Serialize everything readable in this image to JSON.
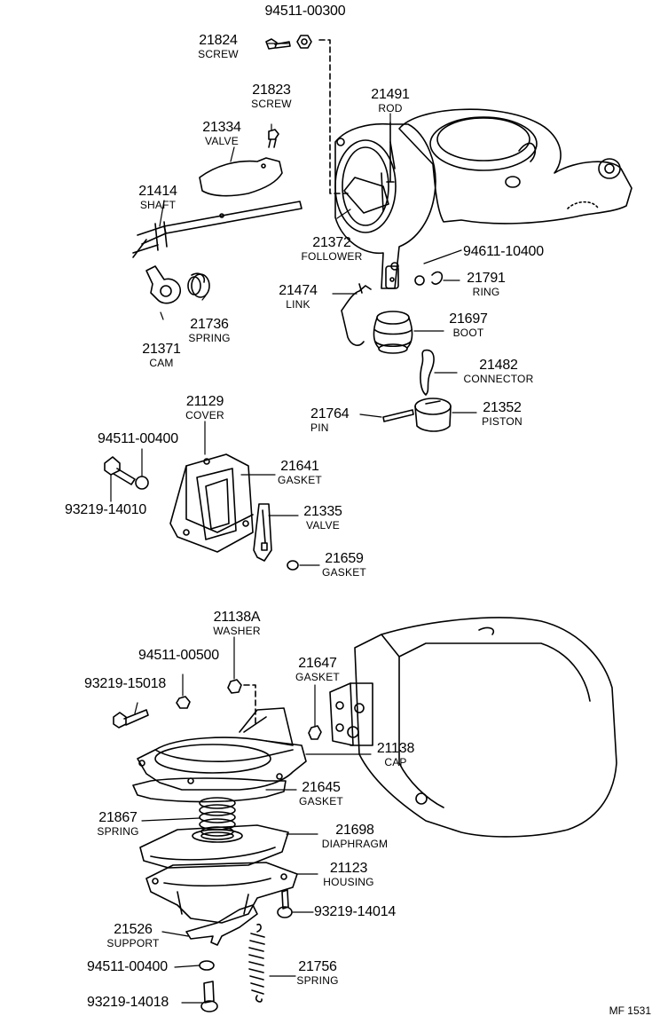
{
  "parts": [
    {
      "id": "p1",
      "number": "94511-00300",
      "name": ""
    },
    {
      "id": "p2",
      "number": "21824",
      "name": "SCREW"
    },
    {
      "id": "p3",
      "number": "21823",
      "name": "SCREW"
    },
    {
      "id": "p4",
      "number": "21491",
      "name": "ROD"
    },
    {
      "id": "p5",
      "number": "21334",
      "name": "VALVE"
    },
    {
      "id": "p6",
      "number": "21414",
      "name": "SHAFT"
    },
    {
      "id": "p7",
      "number": "21372",
      "name": "FOLLOWER"
    },
    {
      "id": "p8",
      "number": "94611-10400",
      "name": ""
    },
    {
      "id": "p9",
      "number": "21791",
      "name": "RING"
    },
    {
      "id": "p10",
      "number": "21474",
      "name": "LINK"
    },
    {
      "id": "p11",
      "number": "21697",
      "name": "BOOT"
    },
    {
      "id": "p12",
      "number": "21736",
      "name": "SPRING"
    },
    {
      "id": "p13",
      "number": "21371",
      "name": "CAM"
    },
    {
      "id": "p14",
      "number": "21482",
      "name": "CONNECTOR"
    },
    {
      "id": "p15",
      "number": "21764",
      "name": "PIN"
    },
    {
      "id": "p16",
      "number": "21352",
      "name": "PISTON"
    },
    {
      "id": "p17",
      "number": "21129",
      "name": "COVER"
    },
    {
      "id": "p18",
      "number": "94511-00400",
      "name": ""
    },
    {
      "id": "p19",
      "number": "21641",
      "name": "GASKET"
    },
    {
      "id": "p20",
      "number": "93219-14010",
      "name": ""
    },
    {
      "id": "p21",
      "number": "21335",
      "name": "VALVE"
    },
    {
      "id": "p22",
      "number": "21659",
      "name": "GASKET"
    },
    {
      "id": "p23",
      "number": "21138A",
      "name": "WASHER"
    },
    {
      "id": "p24",
      "number": "94511-00500",
      "name": ""
    },
    {
      "id": "p25",
      "number": "21647",
      "name": "GASKET"
    },
    {
      "id": "p26",
      "number": "93219-15018",
      "name": ""
    },
    {
      "id": "p27",
      "number": "21138",
      "name": "CAP"
    },
    {
      "id": "p28",
      "number": "21645",
      "name": "GASKET"
    },
    {
      "id": "p29",
      "number": "21867",
      "name": "SPRING"
    },
    {
      "id": "p30",
      "number": "21698",
      "name": "DIAPHRAGM"
    },
    {
      "id": "p31",
      "number": "21123",
      "name": "HOUSING"
    },
    {
      "id": "p32",
      "number": "93219-14014",
      "name": ""
    },
    {
      "id": "p33",
      "number": "21526",
      "name": "SUPPORT"
    },
    {
      "id": "p34",
      "number": "94511-00400",
      "name": ""
    },
    {
      "id": "p35",
      "number": "21756",
      "name": "SPRING"
    },
    {
      "id": "p36",
      "number": "93219-14018",
      "name": ""
    }
  ],
  "footer": {
    "code": "MF 1531"
  }
}
